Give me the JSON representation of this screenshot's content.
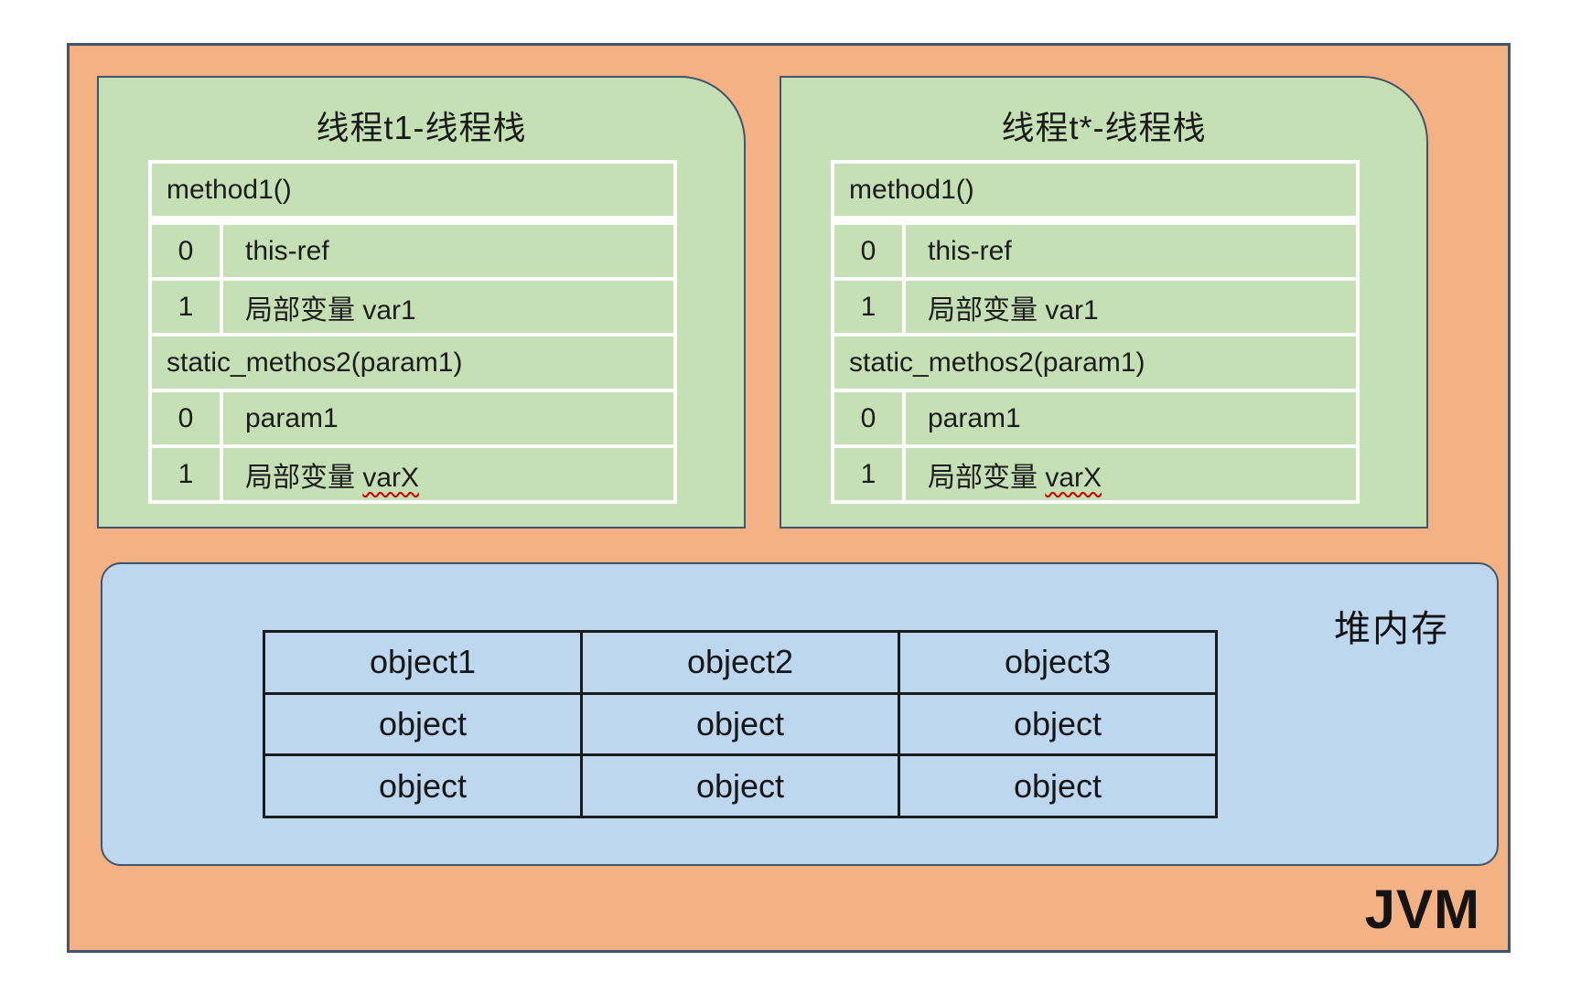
{
  "jvm_label": "JVM",
  "colors": {
    "jvm_bg": "#F4B183",
    "stack_bg": "#C5E0B4",
    "heap_bg": "#BDD7EE",
    "outline": "#44546A",
    "table_grid": "#1A1A1A",
    "wavy_underline": "#CC0000"
  },
  "thread_stacks": [
    {
      "title": "线程t1-线程栈",
      "rows": [
        {
          "kind": "method",
          "label": "method1()"
        },
        {
          "kind": "slot",
          "index": "0",
          "value": "this-ref"
        },
        {
          "kind": "slot",
          "index": "1",
          "value": "局部变量 var1"
        },
        {
          "kind": "method",
          "label": "static_methos2(param1)"
        },
        {
          "kind": "slot",
          "index": "0",
          "value": "param1"
        },
        {
          "kind": "slot",
          "index": "1",
          "value": "局部变量 ",
          "underlined": "varX"
        }
      ]
    },
    {
      "title": "线程t*-线程栈",
      "rows": [
        {
          "kind": "method",
          "label": "method1()"
        },
        {
          "kind": "slot",
          "index": "0",
          "value": "this-ref"
        },
        {
          "kind": "slot",
          "index": "1",
          "value": "局部变量 var1"
        },
        {
          "kind": "method",
          "label": "static_methos2(param1)"
        },
        {
          "kind": "slot",
          "index": "0",
          "value": "param1"
        },
        {
          "kind": "slot",
          "index": "1",
          "value": "局部变量 ",
          "underlined": "varX"
        }
      ]
    }
  ],
  "heap": {
    "label": "堆内存",
    "table": {
      "header": [
        "object1",
        "object2",
        "object3"
      ],
      "body": [
        [
          "object",
          "object",
          "object"
        ],
        [
          "object",
          "object",
          "object"
        ]
      ]
    }
  }
}
